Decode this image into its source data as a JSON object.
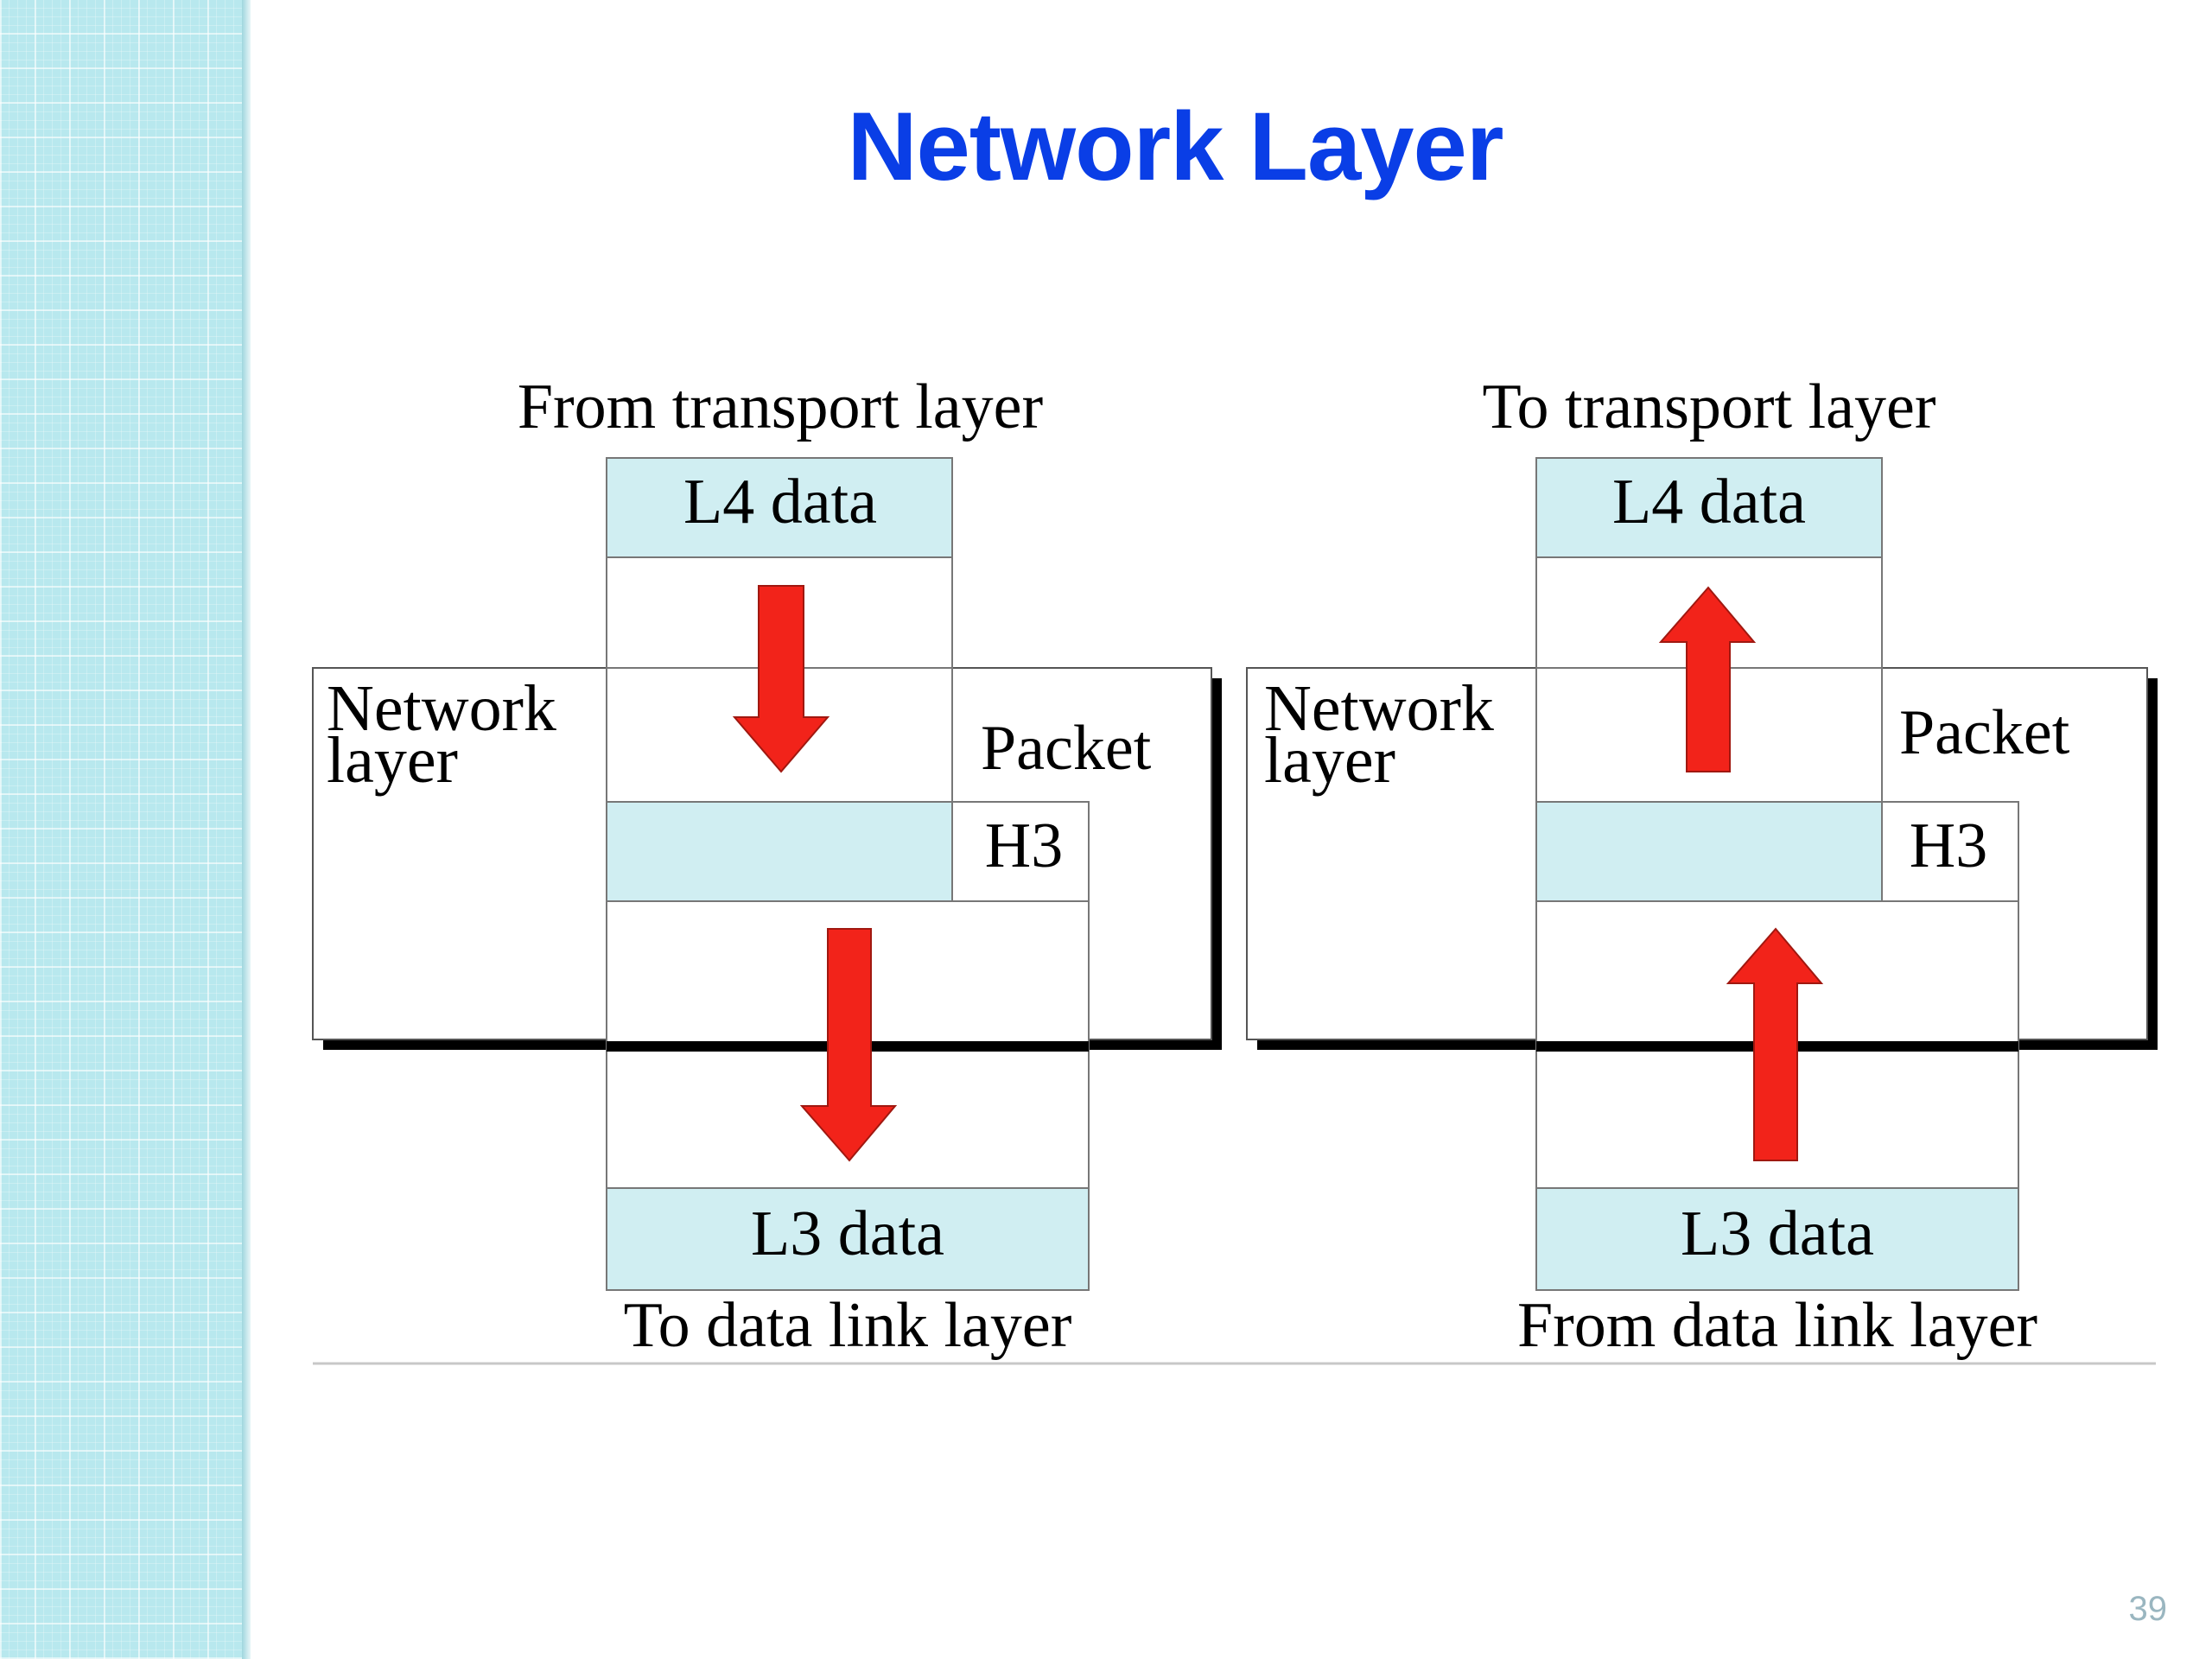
{
  "slide": {
    "title": "Network Layer",
    "page_number": "39"
  },
  "sender": {
    "top_label": "From transport layer",
    "top_box": "L4 data",
    "layer_label_line1": "Network",
    "layer_label_line2": "layer",
    "packet_label": "Packet",
    "header_label": "H3",
    "bottom_box": "L3 data",
    "bottom_label": "To data link layer"
  },
  "receiver": {
    "top_label": "To transport layer",
    "top_box": "L4 data",
    "layer_label_line1": "Network",
    "layer_label_line2": "layer",
    "packet_label": "Packet",
    "header_label": "H3",
    "bottom_box": "L3 data",
    "bottom_label": "From data link layer"
  },
  "colors": {
    "title": "#0a3ee6",
    "box_fill": "#d0eef2",
    "arrow": "#f2231a",
    "sidebar": "#b8e8ee"
  }
}
